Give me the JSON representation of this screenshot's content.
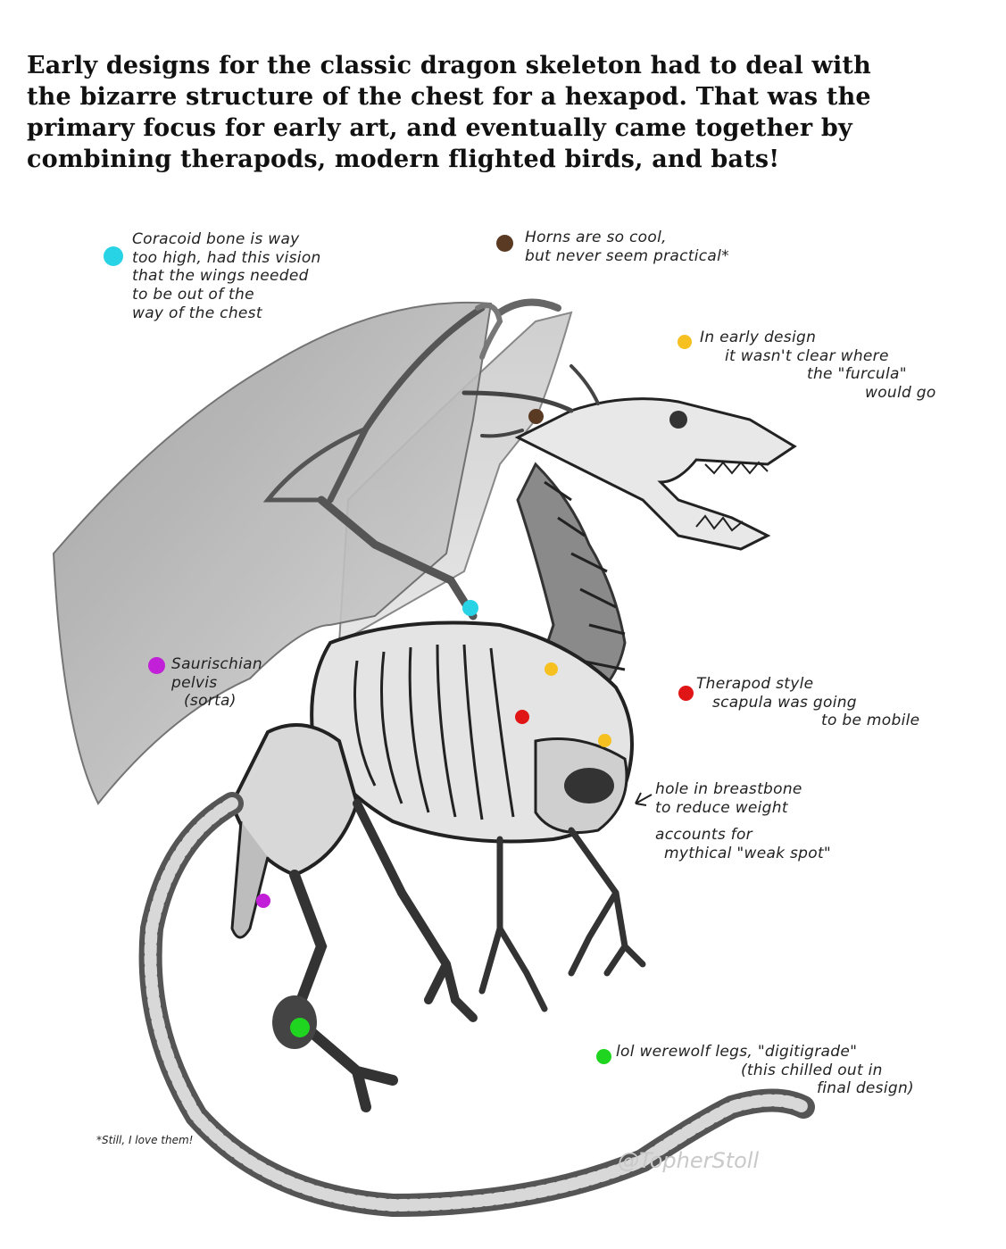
{
  "heading": {
    "lines": [
      "Early designs for the classic dragon skeleton had to deal with",
      "the bizarre structure of the chest for a hexapod. That was the",
      "primary focus for early art, and eventually came together by",
      "combining therapods, modern flighted birds, and bats!"
    ]
  },
  "annotations": {
    "coracoid": {
      "color": "#29d3e6",
      "lines": [
        "Coracoid bone is way",
        "too high, had this vision",
        "that the wings needed",
        "to be out of the",
        "way of the chest"
      ]
    },
    "horns": {
      "color": "#5a3a22",
      "lines": [
        "Horns are so cool,",
        "but never seem practical*"
      ]
    },
    "furcula": {
      "color": "#f5c020",
      "lines": [
        "In early design",
        "it wasn't clear where",
        "the \"furcula\"",
        "would go"
      ]
    },
    "pelvis": {
      "color": "#c21fd8",
      "lines": [
        "Saurischian",
        "pelvis",
        "(sorta)"
      ]
    },
    "scapula": {
      "color": "#e01515",
      "lines": [
        "Therapod style",
        "scapula was going",
        "to be mobile"
      ]
    },
    "breastbone": {
      "lines": [
        "hole in breastbone",
        "to reduce weight",
        "accounts for",
        "mythical \"weak spot\""
      ]
    },
    "legs": {
      "color": "#1fd51f",
      "lines": [
        "lol werewolf legs, \"digitigrade\"",
        "(this chilled out in",
        "final design)"
      ]
    }
  },
  "footnote": "*Still, I love them!",
  "signature": "@TopherStoll"
}
